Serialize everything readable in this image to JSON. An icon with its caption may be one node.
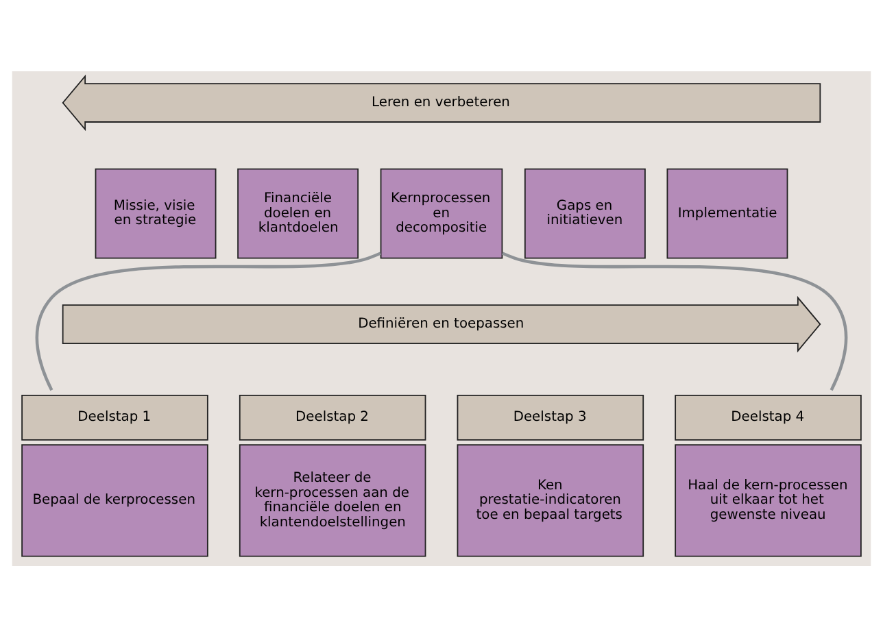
{
  "diagram": {
    "nodes": [
      {
        "text": [
          "Leren en verbeteren"
        ]
      },
      {
        "text": [
          "Missie, visie en strategie"
        ]
      },
      {
        "text": [
          "Financiële doelen en klantdoelen"
        ]
      },
      {
        "text": [
          "Kernprocessen en decompositie"
        ]
      },
      {
        "text": [
          "Gaps en initiatieven"
        ]
      },
      {
        "text": [
          "Implementatie"
        ]
      },
      {
        "text": [
          "Definiëren en toepassen"
        ]
      },
      {
        "text": [
          "Deelstap 1",
          "Bepaal de kerprocessen"
        ]
      },
      {
        "text": [
          "Deelstap 2",
          "Relateer de kern-processen aan de financiële doelen en klantendoelstellingen"
        ]
      },
      {
        "text": [
          "Deelstap 3",
          "Ken prestatie-indicatoren toe en bepaal targets"
        ]
      },
      {
        "text": [
          "Deelstap 4",
          "Haal de kern-processen uit elkaar tot het gewenste niveau"
        ]
      }
    ],
    "edges": [
      {
        "from": 3,
        "to": 7,
        "arrow": "none"
      },
      {
        "from": 3,
        "to": 10,
        "arrow": "none"
      }
    ]
  }
}
